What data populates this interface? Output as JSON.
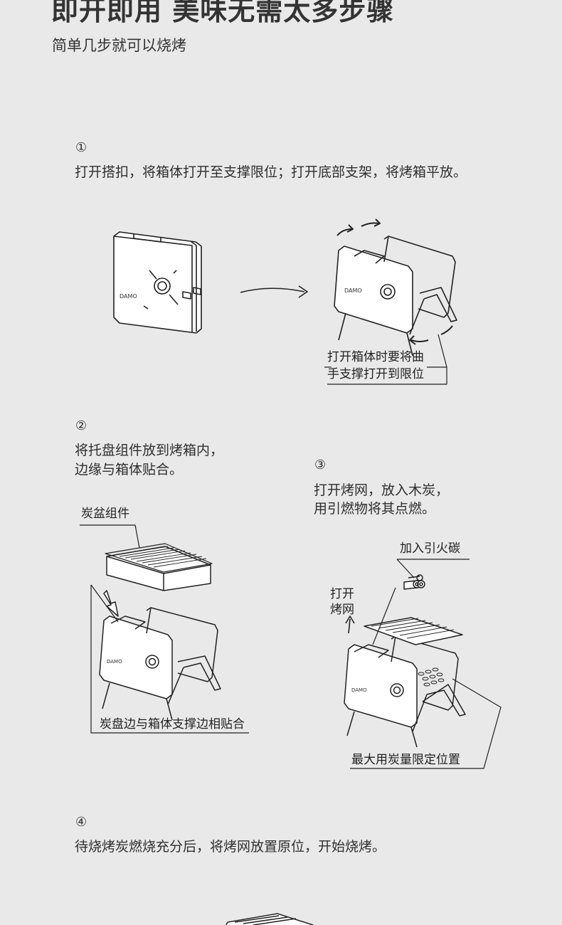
{
  "header": {
    "title": "即开即用 美味无需太多步骤",
    "subtitle": "简单几步就可以烧烤"
  },
  "steps": [
    {
      "number": "①",
      "text": "打开搭扣，将箱体打开至支撑限位；打开底部支架，将烤箱平放。"
    },
    {
      "number": "②",
      "lines": [
        "将托盘组件放到烤箱内，",
        "边缘与箱体贴合。"
      ]
    },
    {
      "number": "③",
      "lines": [
        "打开烤网，放入木炭，",
        "用引燃物将其点燃。"
      ]
    },
    {
      "number": "④",
      "text": "待烧烤炭燃烧充分后，将烤网放置原位，开始烧烤。"
    }
  ],
  "callouts": {
    "open_box": [
      "打开箱体时要将曲",
      "手支撑打开到限位"
    ],
    "charcoal_tray": "炭盆组件",
    "tray_edge": "炭盘边与箱体支撑边相贴合",
    "add_firestarter": "加入引火碳",
    "open_grill": [
      "打开",
      "烤网"
    ],
    "max_charcoal": "最大用炭量限定位置"
  },
  "brand_mark": "DAMO"
}
